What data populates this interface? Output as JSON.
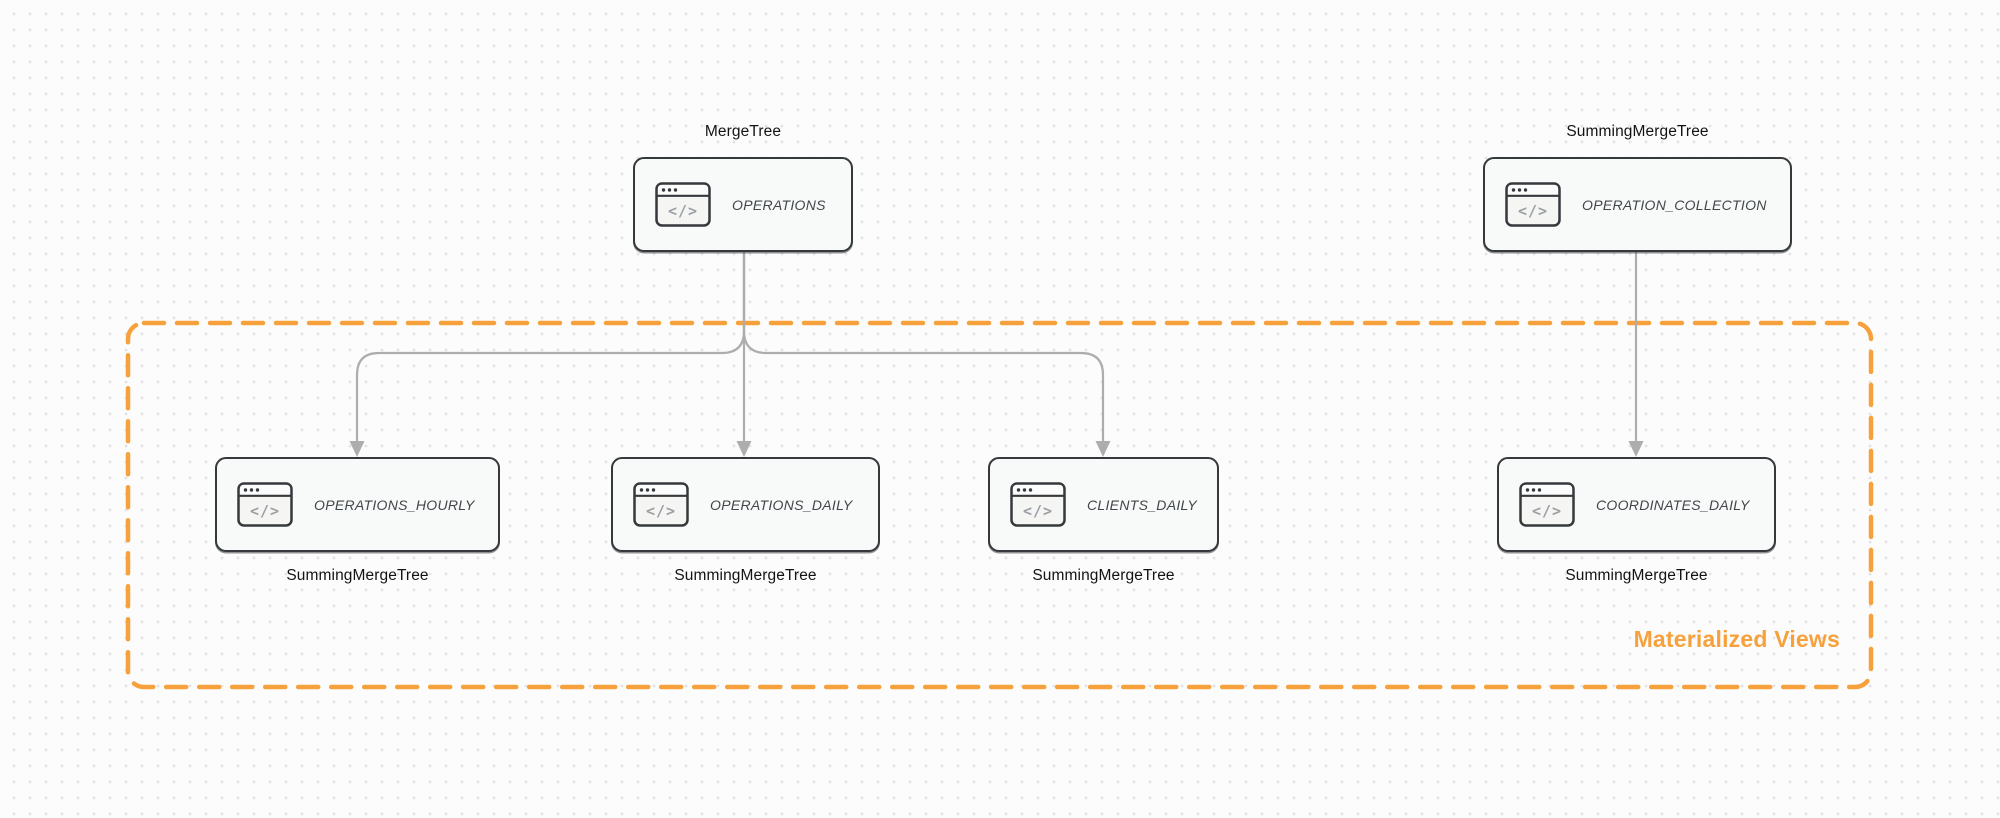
{
  "colors": {
    "background": "#FCFCFC",
    "dot_grid": "#E3E3E5",
    "accent_orange": "#F6A13C",
    "node_border": "#35393C",
    "node_fill": "#F8F9F9",
    "node_text": "#41464A",
    "engine_label_text": "#131313",
    "arrow": "#ADADAD",
    "icon_glyph_color": "#9A9FA3"
  },
  "group": {
    "label": "Materialized Views"
  },
  "icon": {
    "name": "code-window-icon",
    "glyph": "</>"
  },
  "nodes": [
    {
      "id": "operations",
      "title": "OPERATIONS",
      "engine": "MergeTree",
      "engine_position": "above"
    },
    {
      "id": "operation-collection",
      "title": "OPERATION_COLLECTION",
      "engine": "SummingMergeTree",
      "engine_position": "above"
    },
    {
      "id": "operations-hourly",
      "title": "OPERATIONS_HOURLY",
      "engine": "SummingMergeTree",
      "engine_position": "below"
    },
    {
      "id": "operations-daily",
      "title": "OPERATIONS_DAILY",
      "engine": "SummingMergeTree",
      "engine_position": "below"
    },
    {
      "id": "clients-daily",
      "title": "CLIENTS_DAILY",
      "engine": "SummingMergeTree",
      "engine_position": "below"
    },
    {
      "id": "coordinates-daily",
      "title": "COORDINATES_DAILY",
      "engine": "SummingMergeTree",
      "engine_position": "below"
    }
  ],
  "edges": [
    {
      "from": "OPERATIONS",
      "to": "OPERATIONS_HOURLY"
    },
    {
      "from": "OPERATIONS",
      "to": "OPERATIONS_DAILY"
    },
    {
      "from": "OPERATIONS",
      "to": "CLIENTS_DAILY"
    },
    {
      "from": "OPERATION_COLLECTION",
      "to": "COORDINATES_DAILY"
    }
  ]
}
